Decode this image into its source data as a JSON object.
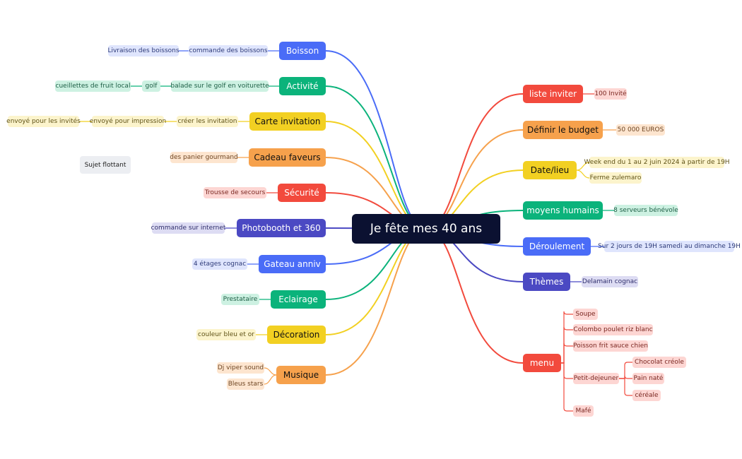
{
  "root": {
    "label": "Je fête mes 40 ans"
  },
  "floating_topic": "Sujet flottant",
  "left_branches": [
    {
      "id": "boisson",
      "label": "Boisson",
      "color": "#4a6cf7",
      "children": [
        {
          "label": "commande des boissons",
          "children": [
            {
              "label": "Livraison des boissons"
            }
          ]
        }
      ]
    },
    {
      "id": "activite",
      "label": "Activité",
      "color": "#0bb37b",
      "children": [
        {
          "label": "balade sur le golf en voiturette",
          "children": [
            {
              "label": "golf",
              "children": [
                {
                  "label": "cueillettes de fruit local"
                }
              ]
            }
          ]
        }
      ]
    },
    {
      "id": "carte",
      "label": "Carte invitation",
      "color": "#f2d022",
      "children": [
        {
          "label": "créer les invitation",
          "children": [
            {
              "label": "envoyé pour impression",
              "children": [
                {
                  "label": "envoyé pour les invités"
                }
              ]
            }
          ]
        }
      ]
    },
    {
      "id": "cadeau",
      "label": "Cadeau faveurs",
      "color": "#f6a14c",
      "children": [
        {
          "label": "des panier gourmand"
        }
      ]
    },
    {
      "id": "securite",
      "label": "Sécurité",
      "color": "#f24a3d",
      "children": [
        {
          "label": "Trousse de secours"
        }
      ]
    },
    {
      "id": "photobooth",
      "label": "Photobooth et 360",
      "color": "#4b49c3",
      "children": [
        {
          "label": "commande sur internet"
        }
      ]
    },
    {
      "id": "gateau",
      "label": "Gateau anniv",
      "color": "#4a6cf7",
      "children": [
        {
          "label": "4 étages cognac"
        }
      ]
    },
    {
      "id": "eclairage",
      "label": "Eclairage",
      "color": "#0bb37b",
      "children": [
        {
          "label": "Prestataire"
        }
      ]
    },
    {
      "id": "decoration",
      "label": "Décoration",
      "color": "#f2d022",
      "children": [
        {
          "label": "couleur bleu et or"
        }
      ]
    },
    {
      "id": "musique",
      "label": "Musique",
      "color": "#f6a14c",
      "children": [
        {
          "label": "Dj viper sound"
        },
        {
          "label": "Bleus stars"
        }
      ]
    }
  ],
  "right_branches": [
    {
      "id": "liste",
      "label": "liste inviter",
      "color": "#f24a3d",
      "children": [
        {
          "label": "100 Invité"
        }
      ]
    },
    {
      "id": "budget",
      "label": "Définir le budget",
      "color": "#f6a14c",
      "children": [
        {
          "label": "50 000 EUROS"
        }
      ]
    },
    {
      "id": "date",
      "label": "Date/lieu",
      "color": "#f2d022",
      "children": [
        {
          "label": "Week end du 1 au 2 juin 2024 à partir de 19H"
        },
        {
          "label": "Ferme zulemaro"
        }
      ]
    },
    {
      "id": "moyens",
      "label": "moyens humains",
      "color": "#0bb37b",
      "children": [
        {
          "label": "8 serveurs bénévole"
        }
      ]
    },
    {
      "id": "deroulement",
      "label": "Déroulement",
      "color": "#4a6cf7",
      "children": [
        {
          "label": "Sur 2 jours de 19H samedi au dimanche 19H"
        }
      ]
    },
    {
      "id": "themes",
      "label": "Thèmes",
      "color": "#4b49c3",
      "children": [
        {
          "label": "Delamain cognac"
        }
      ]
    },
    {
      "id": "menu",
      "label": "menu",
      "color": "#f24a3d",
      "children": [
        {
          "label": "Soupe"
        },
        {
          "label": "Colombo poulet riz blanc"
        },
        {
          "label": "Poisson frit sauce chien"
        },
        {
          "label": "Petit-dejeuner",
          "children": [
            {
              "label": "Chocolat créole"
            },
            {
              "label": "Pain naté"
            },
            {
              "label": "céréale"
            }
          ]
        },
        {
          "label": "Mafé"
        }
      ]
    }
  ],
  "leaf_palette": {
    "#4a6cf7": {
      "bg": "#dfe5fd",
      "text": "#2d3a78"
    },
    "#0bb37b": {
      "bg": "#cdf1e2",
      "text": "#1d5e45"
    },
    "#f2d022": {
      "bg": "#fcf4cc",
      "text": "#5f5216"
    },
    "#f6a14c": {
      "bg": "#fde5cf",
      "text": "#6e4522"
    },
    "#f24a3d": {
      "bg": "#fdd6d3",
      "text": "#7a2721"
    },
    "#4b49c3": {
      "bg": "#dddcf3",
      "text": "#2e2d6b"
    }
  }
}
